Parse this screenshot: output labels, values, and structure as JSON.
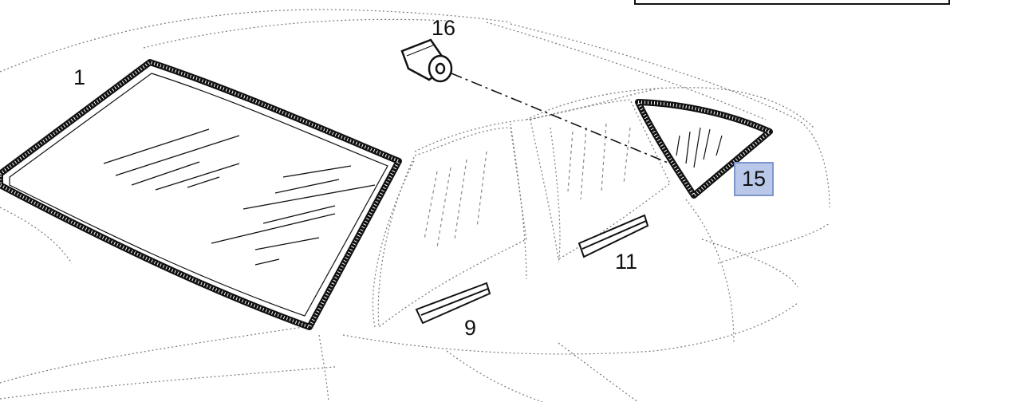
{
  "diagram": {
    "callouts": [
      {
        "id": "part-1",
        "label": "1"
      },
      {
        "id": "part-16",
        "label": "16"
      },
      {
        "id": "part-15",
        "label": "15",
        "highlighted": true
      },
      {
        "id": "part-11",
        "label": "11"
      },
      {
        "id": "part-9",
        "label": "9"
      }
    ],
    "colors": {
      "ink": "#111111",
      "highlight_fill": "#b9c8e8",
      "highlight_border": "#7f96cc",
      "background": "#ffffff"
    }
  }
}
